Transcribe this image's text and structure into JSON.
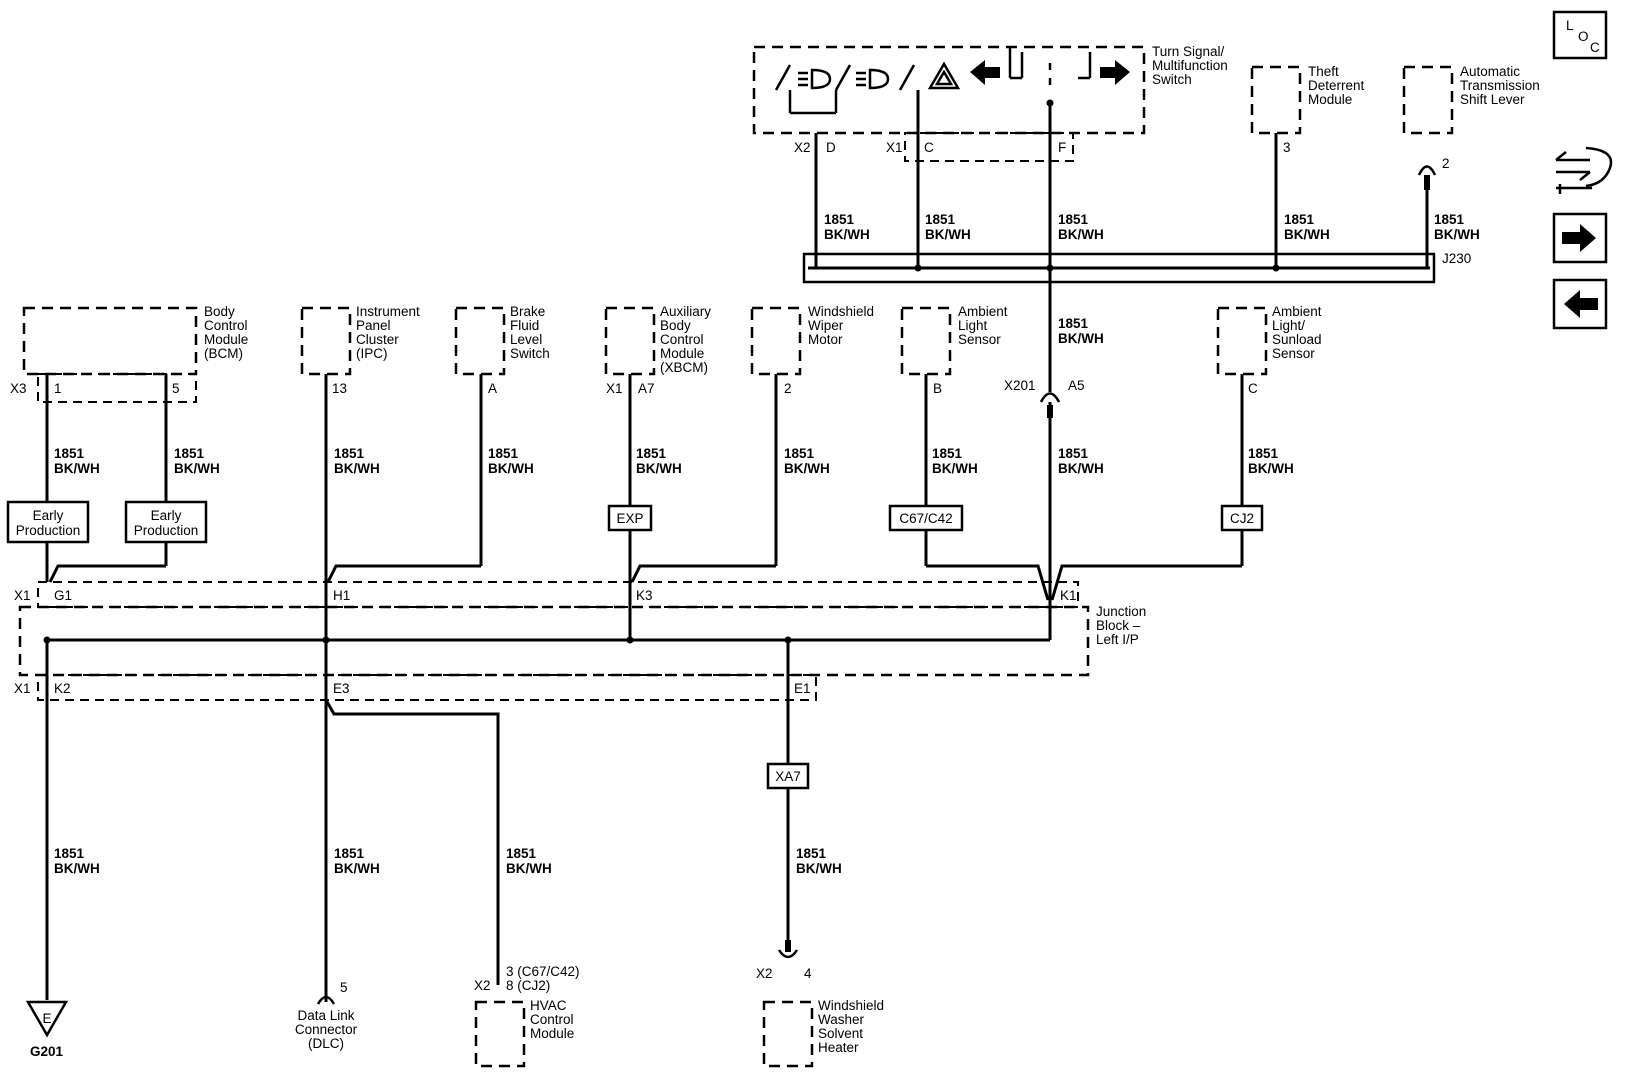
{
  "components": {
    "turn_signal": "Turn Signal/ Multifunction Switch",
    "theft": "Theft Deterrent Module",
    "shift_lever": "Automatic Transmission Shift Lever",
    "bcm": "Body Control Module (BCM)",
    "ipc": "Instrument Panel Cluster (IPC)",
    "brake": "Brake Fluid Level Switch",
    "xbcm": "Auxiliary Body Control Module (XBCM)",
    "wiper": "Windshield Wiper Motor",
    "ambient": "Ambient Light Sensor",
    "sunload": "Ambient Light/ Sunload Sensor",
    "junction": "Junction Block – Left I/P",
    "dlc": "Data Link Connector (DLC)",
    "hvac": "HVAC Control Module",
    "washer": "Windshield Washer Solvent Heater"
  },
  "wire": {
    "circuit": "1851",
    "color": "BK/WH"
  },
  "pins": {
    "ts_x2": "X2",
    "ts_d": "D",
    "ts_x1": "X1",
    "ts_c": "C",
    "ts_f": "F",
    "theft_pin": "3",
    "shift_pin": "2",
    "splice": "J230",
    "bcm_x3": "X3",
    "bcm_1": "1",
    "bcm_5": "5",
    "ipc_pin": "13",
    "brake_pin": "A",
    "xbcm_x1": "X1",
    "xbcm_a7": "A7",
    "wiper_pin": "2",
    "ambient_pin": "B",
    "sunload_pin": "C",
    "inline_x201": "X201",
    "inline_a5": "A5",
    "jb_x1_top": "X1",
    "jb_g1": "G1",
    "jb_h1": "H1",
    "jb_k3": "K3",
    "jb_k1": "K1",
    "jb_x1_bot": "X1",
    "jb_k2": "K2",
    "jb_e3": "E3",
    "jb_e1": "E1",
    "dlc_pin": "5",
    "hvac_x2": "X2",
    "hvac_pin_a": "3 (C67/C42)",
    "hvac_pin_b": "8 (CJ2)",
    "washer_x2": "X2",
    "washer_pin": "4",
    "ground_letter": "E",
    "ground": "G201"
  },
  "options": {
    "early1": "Early Production",
    "early2": "Early Production",
    "exp": "EXP",
    "c67": "C67/C42",
    "cj2": "CJ2",
    "xa7": "XA7"
  },
  "nav": {
    "loc_l": "L",
    "loc_o": "O",
    "loc_c": "C"
  },
  "icons": [
    "location-icon",
    "connector-icon",
    "next-arrow-icon",
    "previous-arrow-icon",
    "headlamp-icon",
    "hazard-icon",
    "left-turn-icon",
    "right-turn-icon"
  ]
}
